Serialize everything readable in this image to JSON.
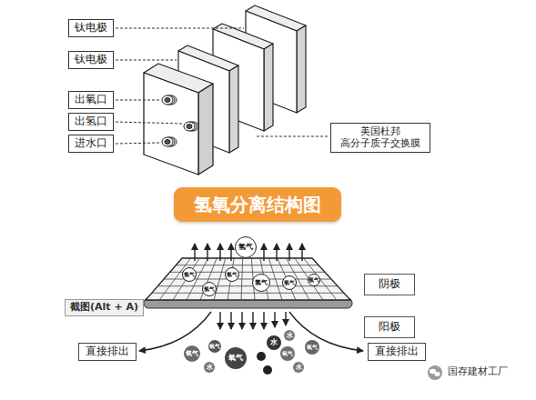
{
  "diagram": {
    "title": "氢氧分离结构图",
    "nodes": [
      {
        "text": [
          "钛电极"
        ]
      },
      {
        "text": [
          "钛电极"
        ]
      },
      {
        "text": [
          "出氧口"
        ]
      },
      {
        "text": [
          "出氢口"
        ]
      },
      {
        "text": [
          "进水口"
        ]
      },
      {
        "text": [
          "美国杜邦 高分子质子交换膜"
        ]
      },
      {
        "text": [
          "氢气"
        ]
      },
      {
        "text": [
          "氢气"
        ]
      },
      {
        "text": [
          "氢气"
        ]
      },
      {
        "text": [
          "氢气"
        ]
      },
      {
        "text": [
          "氢气"
        ]
      },
      {
        "text": [
          "氢气"
        ]
      },
      {
        "text": [
          "氢气"
        ]
      },
      {
        "text": [
          "阴极"
        ]
      },
      {
        "text": [
          "截图(Alt + A)"
        ]
      },
      {
        "text": [
          "阳极"
        ]
      },
      {
        "text": [
          "直接排出"
        ]
      },
      {
        "text": [
          "直接排出"
        ]
      },
      {
        "text": [
          "水"
        ]
      },
      {
        "text": [
          "水"
        ]
      },
      {
        "text": [
          "氧气"
        ]
      },
      {
        "text": [
          "氧气"
        ]
      },
      {
        "text": [
          "氧气"
        ]
      },
      {
        "text": [
          "氧气"
        ]
      },
      {
        "text": [
          "氧气"
        ]
      },
      {
        "text": [
          "水"
        ]
      },
      {
        "text": [
          "水"
        ]
      }
    ],
    "labels": [
      "国存建材工厂"
    ]
  }
}
